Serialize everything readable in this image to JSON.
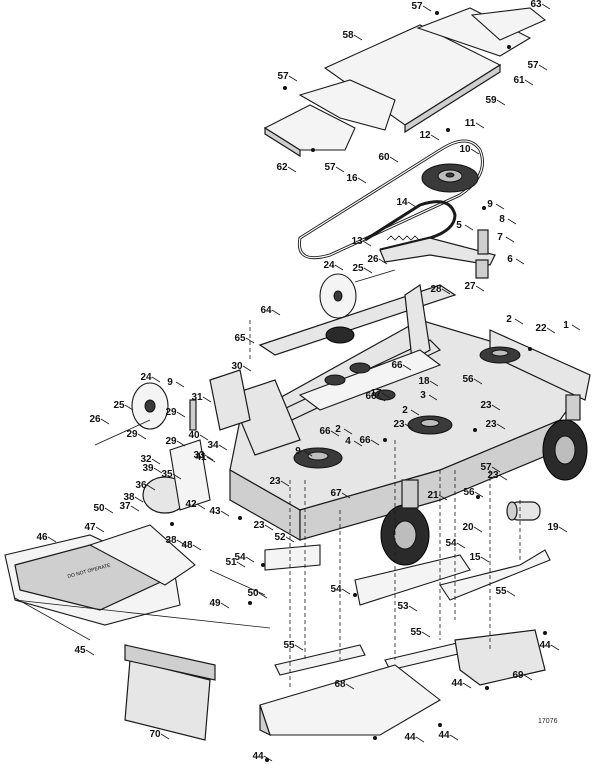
{
  "figure_code": "17076",
  "guard_warning": "DO NOT OPERATE",
  "callouts": [
    "1",
    "2",
    "2",
    "2",
    "3",
    "4",
    "5",
    "6",
    "7",
    "8",
    "9",
    "9",
    "9",
    "10",
    "11",
    "12",
    "13",
    "14",
    "15",
    "16",
    "17",
    "18",
    "19",
    "20",
    "21",
    "22",
    "23",
    "23",
    "23",
    "23",
    "23",
    "23",
    "24",
    "24",
    "25",
    "25",
    "26",
    "26",
    "27",
    "28",
    "29",
    "29",
    "29",
    "30",
    "31",
    "32",
    "33",
    "34",
    "35",
    "36",
    "37",
    "38",
    "38",
    "39",
    "40",
    "41",
    "42",
    "43",
    "44",
    "44",
    "44",
    "44",
    "44",
    "45",
    "46",
    "47",
    "48",
    "49",
    "50",
    "50",
    "51",
    "52",
    "53",
    "54",
    "54",
    "54",
    "55",
    "55",
    "55",
    "56",
    "56",
    "57",
    "57",
    "57",
    "57",
    "57",
    "58",
    "59",
    "60",
    "61",
    "62",
    "63",
    "64",
    "65",
    "66",
    "66",
    "66",
    "66",
    "67",
    "68",
    "69",
    "70"
  ]
}
